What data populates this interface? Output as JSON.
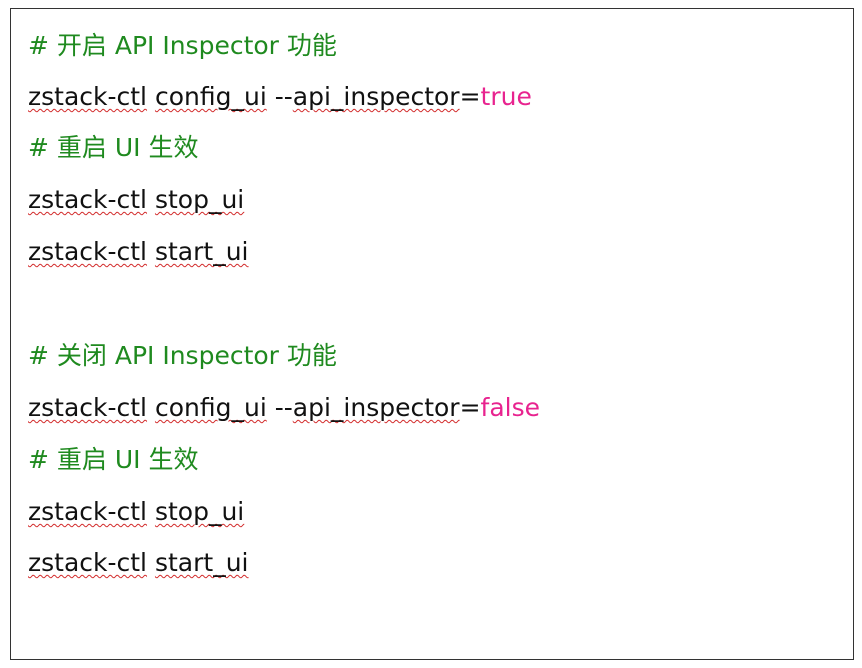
{
  "document": {
    "colors": {
      "comment": "#1f8a1f",
      "command": "#111111",
      "value": "#e8238f",
      "spellcheck": "#d22a2a",
      "border": "#333333"
    },
    "enable": {
      "comment": "# 开启 API Inspector 功能",
      "cmd_tool": "zstack-ctl",
      "cmd_sub": "config_ui",
      "cmd_opt_prefix": "--",
      "cmd_opt": "api_inspector",
      "cmd_eq": "=",
      "cmd_value": "true",
      "restart_comment": "# 重启 UI 生效",
      "stop_tool": "zstack-ctl",
      "stop_sub": "stop_ui",
      "start_tool": "zstack-ctl",
      "start_sub": "start_ui"
    },
    "disable": {
      "comment": "# 关闭 API Inspector 功能",
      "cmd_tool": "zstack-ctl",
      "cmd_sub": "config_ui",
      "cmd_opt_prefix": "--",
      "cmd_opt": "api_inspector",
      "cmd_eq": "=",
      "cmd_value": "false",
      "restart_comment": "# 重启 UI 生效",
      "stop_tool": "zstack-ctl",
      "stop_sub": "stop_ui",
      "start_tool": "zstack-ctl",
      "start_sub": "start_ui"
    }
  }
}
